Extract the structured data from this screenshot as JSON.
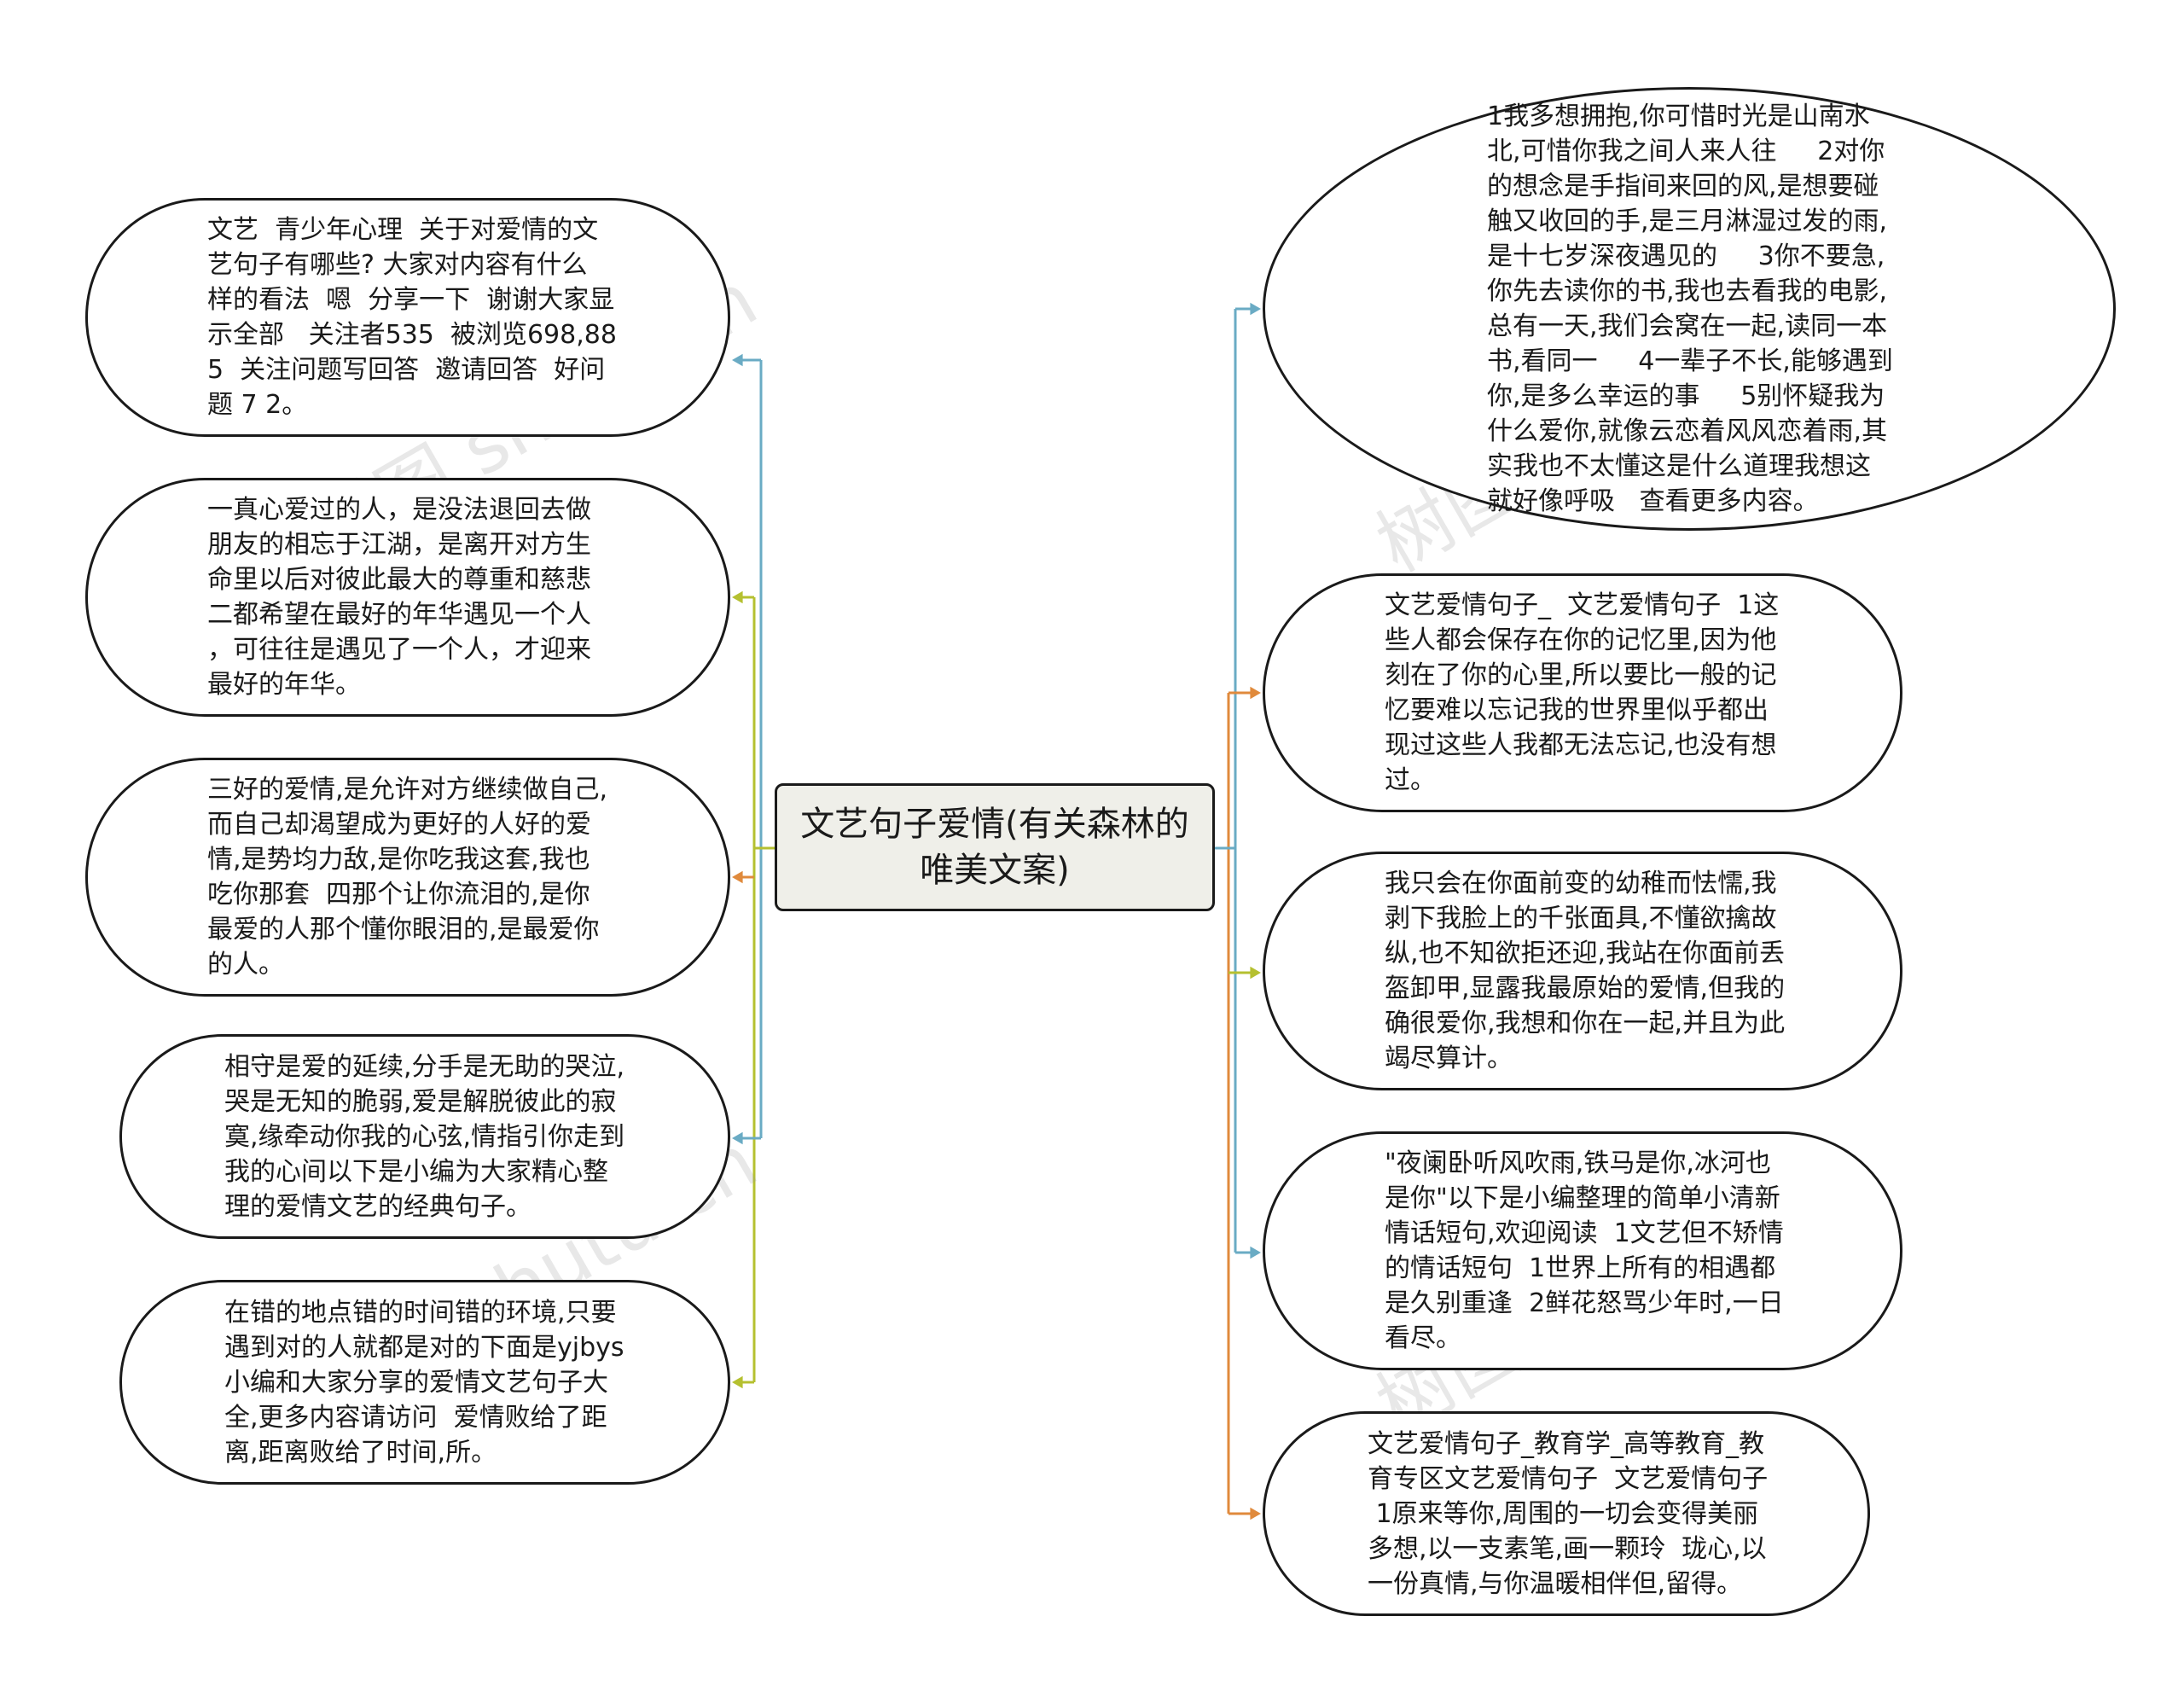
{
  "center": {
    "title": "文艺句子爱情(有关森林的\n唯美文案)"
  },
  "left_nodes": [
    {
      "text": "文艺  青少年心理  关于对爱情的文\n艺句子有哪些? 大家对内容有什么\n样的看法  嗯  分享一下  谢谢大家显\n示全部   关注者535  被浏览698,88\n5  关注问题写回答  邀请回答  好问\n题 7 2。"
    },
    {
      "text": "一真心爱过的人，是没法退回去做\n朋友的相忘于江湖，是离开对方生\n命里以后对彼此最大的尊重和慈悲\n二都希望在最好的年华遇见一个人\n，可往往是遇见了一个人，才迎来\n最好的年华。"
    },
    {
      "text": "三好的爱情,是允许对方继续做自己,\n而自己却渴望成为更好的人好的爱\n情,是势均力敌,是你吃我这套,我也\n吃你那套  四那个让你流泪的,是你\n最爱的人那个懂你眼泪的,是最爱你\n的人。"
    },
    {
      "text": "相守是爱的延续,分手是无助的哭泣,\n哭是无知的脆弱,爱是解脱彼此的寂\n寞,缘牵动你我的心弦,情指引你走到\n我的心间以下是小编为大家精心整\n理的爱情文艺的经典句子。"
    },
    {
      "text": "在错的地点错的时间错的环境,只要\n遇到对的人就都是对的下面是yjbys\n小编和大家分享的爱情文艺句子大\n全,更多内容请访问  爱情败给了距\n离,距离败给了时间,所。"
    }
  ],
  "right_nodes": [
    {
      "text": "1我多想拥抱,你可惜时光是山南水\n北,可惜你我之间人来人往     2对你\n的想念是手指间来回的风,是想要碰\n触又收回的手,是三月淋湿过发的雨,\n是十七岁深夜遇见的     3你不要急,\n你先去读你的书,我也去看我的电影,\n总有一天,我们会窝在一起,读同一本\n书,看同一     4一辈子不长,能够遇到\n你,是多么幸运的事     5别怀疑我为\n什么爱你,就像云恋着风风恋着雨,其\n实我也不太懂这是什么道理我想这\n就好像呼吸   查看更多内容。"
    },
    {
      "text": "文艺爱情句子_  文艺爱情句子  1这\n些人都会保存在你的记忆里,因为他\n刻在了你的心里,所以要比一般的记\n忆要难以忘记我的世界里似乎都出\n现过这些人我都无法忘记,也没有想\n过。"
    },
    {
      "text": "我只会在你面前变的幼稚而怯懦,我\n剥下我脸上的千张面具,不懂欲擒故\n纵,也不知欲拒还迎,我站在你面前丢\n盔卸甲,显露我最原始的爱情,但我的\n确很爱你,我想和你在一起,并且为此\n竭尽算计。"
    },
    {
      "text": "\"夜阑卧听风吹雨,铁马是你,冰河也\n是你\"以下是小编整理的简单小清新\n情话短句,欢迎阅读  1文艺但不矫情\n的情话短句  1世界上所有的相遇都\n是久别重逢  2鲜花怒骂少年时,一日\n看尽。"
    },
    {
      "text": "文艺爱情句子_教育学_高等教育_教\n育专区文艺爱情句子  文艺爱情句子\n 1原来等你,周围的一切会变得美丽\n多想,以一支素笔,画一颗玲  珑心,以\n一份真情,与你温暖相伴但,留得。"
    }
  ],
  "watermarks": [
    "树图 shutu.cn",
    "树图 shutu.cn",
    "树图 shutu.cn",
    "树图 shutu.cn"
  ],
  "colors": {
    "line_blue": "#6aabc4",
    "line_olive": "#b5c030",
    "line_orange": "#e08a3c",
    "center_fill": "#efefe9",
    "border": "#1a1a1a"
  }
}
